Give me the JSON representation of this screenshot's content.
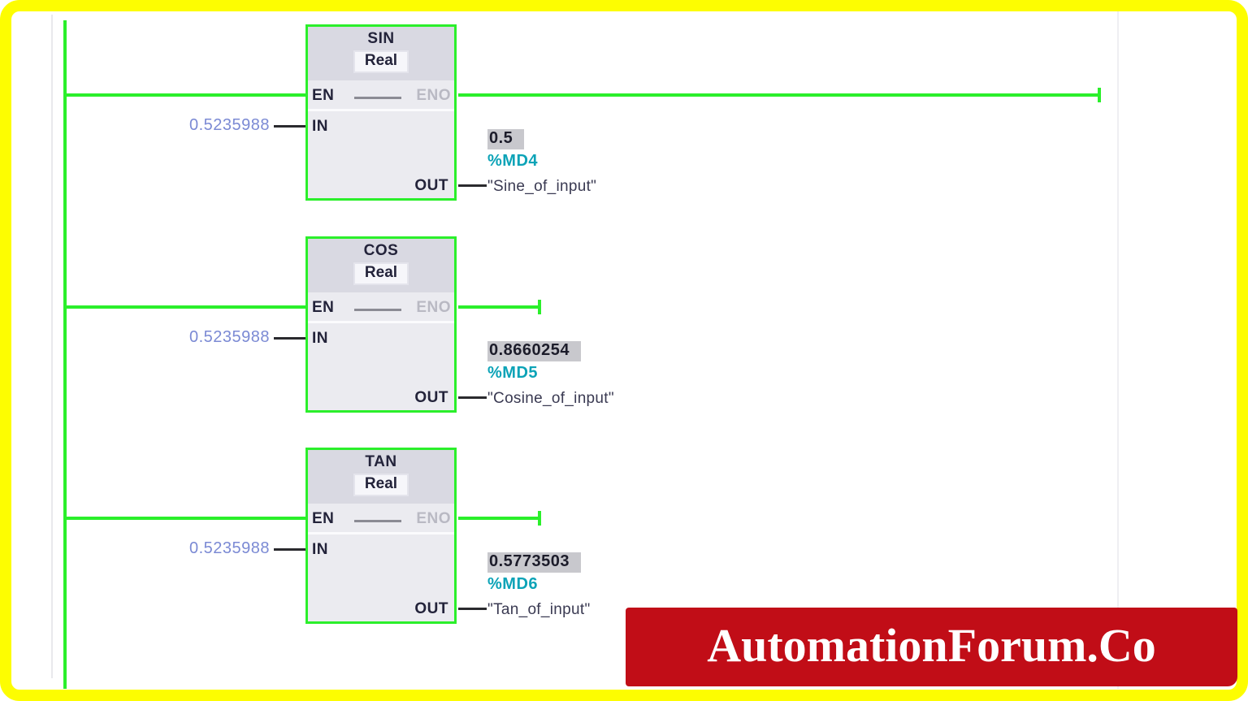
{
  "frame": {
    "border_color": "#fdfd01",
    "background": "#ffffff"
  },
  "editor": {
    "language": "FBD",
    "rail_color": "#2bef2b",
    "wire_color": "#2a2a2e",
    "block_border_color": "#2bef2b",
    "block_header_color": "#d9d9e2",
    "block_body_color": "#ebebf0",
    "address_color": "#0ca3b7",
    "input_operand_color": "#7b8ad4",
    "monitor_chip_color": "#c8c8cd",
    "ports": {
      "en": "EN",
      "eno": "ENO",
      "in": "IN",
      "out": "OUT"
    },
    "networks": [
      {
        "title": "SIN",
        "type": "Real",
        "input_value": "0.5235988",
        "output": {
          "monitor_value": "0.5",
          "address": "%MD4",
          "symbol": "\"Sine_of_input\""
        }
      },
      {
        "title": "COS",
        "type": "Real",
        "input_value": "0.5235988",
        "output": {
          "monitor_value": "0.8660254",
          "address": "%MD5",
          "symbol": "\"Cosine_of_input\""
        }
      },
      {
        "title": "TAN",
        "type": "Real",
        "input_value": "0.5235988",
        "output": {
          "monitor_value": "0.5773503",
          "address": "%MD6",
          "symbol": "\"Tan_of_input\""
        }
      }
    ]
  },
  "watermark": {
    "text": "AutomationForum.Co",
    "background": "#c10d17",
    "text_color": "#ffffff"
  }
}
